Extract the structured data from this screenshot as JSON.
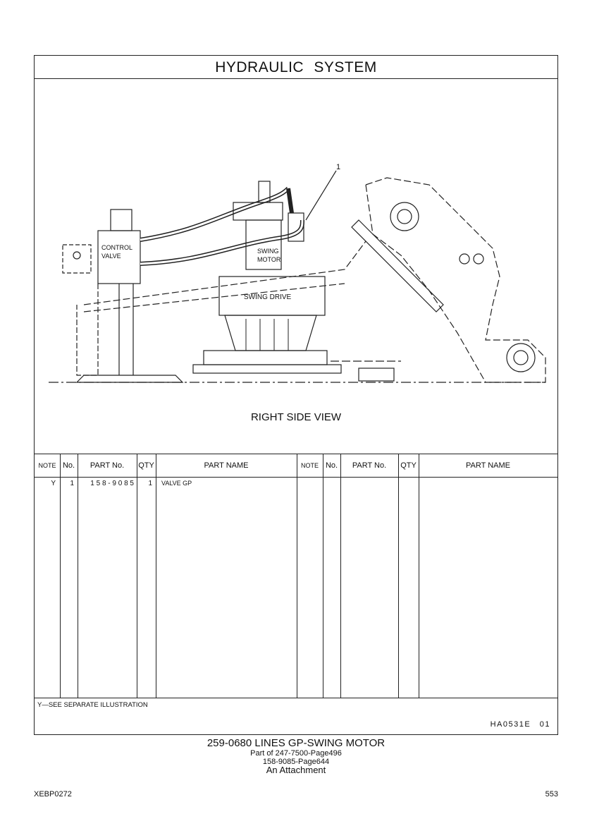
{
  "header": {
    "title": "HYDRAULIC  SYSTEM"
  },
  "drawing": {
    "callout": "1",
    "labels": {
      "control_valve_1": "CONTROL",
      "control_valve_2": "VALVE",
      "swing_motor_1": "SWING",
      "swing_motor_2": "MOTOR",
      "swing_drive": "SWING DRIVE"
    },
    "view_title": "RIGHT  SIDE  VIEW"
  },
  "table": {
    "columns": [
      "NOTE",
      "No.",
      "PART No.",
      "QTY",
      "PART NAME",
      "NOTE",
      "No.",
      "PART No.",
      "QTY",
      "PART NAME"
    ],
    "rows": [
      {
        "note": "Y",
        "no": "1",
        "part_no": "1 5 8 - 9 0 8 5",
        "qty": "1",
        "part_name": "VALVE  GP"
      }
    ]
  },
  "footnote": "Y—SEE  SEPARATE  ILLUSTRATION",
  "ref_code": "HA0531E  01",
  "caption": {
    "title": "259-0680  LINES GP-SWING MOTOR",
    "line1": "Part of 247-7500-Page496",
    "line2": "158-9085-Page644",
    "line3": "An Attachment"
  },
  "footer": {
    "doc_id": "XEBP0272",
    "page": "553"
  }
}
